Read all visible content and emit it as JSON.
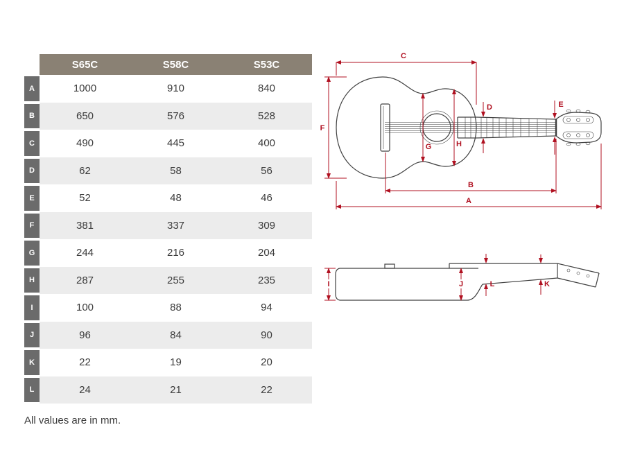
{
  "table": {
    "columns": [
      "S65C",
      "S58C",
      "S53C"
    ],
    "rows": [
      {
        "label": "A",
        "values": [
          1000,
          910,
          840
        ]
      },
      {
        "label": "B",
        "values": [
          650,
          576,
          528
        ]
      },
      {
        "label": "C",
        "values": [
          490,
          445,
          400
        ]
      },
      {
        "label": "D",
        "values": [
          62,
          58,
          56
        ]
      },
      {
        "label": "E",
        "values": [
          52,
          48,
          46
        ]
      },
      {
        "label": "F",
        "values": [
          381,
          337,
          309
        ]
      },
      {
        "label": "G",
        "values": [
          244,
          216,
          204
        ]
      },
      {
        "label": "H",
        "values": [
          287,
          255,
          235
        ]
      },
      {
        "label": "I",
        "values": [
          100,
          88,
          94
        ]
      },
      {
        "label": "J",
        "values": [
          96,
          84,
          90
        ]
      },
      {
        "label": "K",
        "values": [
          22,
          19,
          20
        ]
      },
      {
        "label": "L",
        "values": [
          24,
          21,
          22
        ]
      }
    ]
  },
  "footnote": "All values are in mm.",
  "colors": {
    "header_bg": "#8a8174",
    "row_label_bg": "#6b6b6b",
    "row_alt_bg": "#ececec",
    "dimension_red": "#b01020",
    "drawing_stroke": "#404040"
  },
  "diagram": {
    "labels": {
      "A": "A",
      "B": "B",
      "C": "C",
      "D": "D",
      "E": "E",
      "F": "F",
      "G": "G",
      "H": "H",
      "I": "I",
      "J": "J",
      "K": "K",
      "L": "L"
    }
  }
}
